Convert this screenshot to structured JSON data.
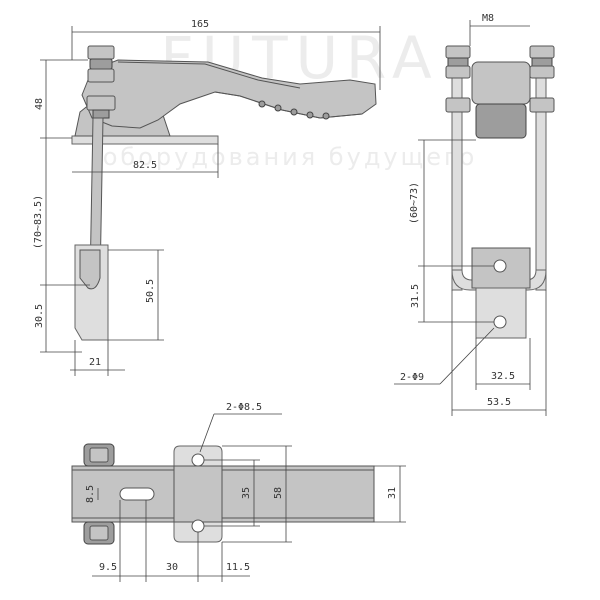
{
  "watermark": {
    "brand": "FUTURA",
    "tagline": "оборудования будущего"
  },
  "dimensions": {
    "total_length": "165",
    "lever_height": "48",
    "base_length": "82.5",
    "hook_range": "(70~83.5)",
    "hook_height": "50.5",
    "hook_base": "30.5",
    "hook_width": "21",
    "thread": "M8",
    "side_range": "(60~73)",
    "side_hole_pitch": "31.5",
    "side_hole_dia": "2-Φ9",
    "side_inner_width": "32.5",
    "side_outer_width": "53.5",
    "top_hole_dia": "2-Φ8.5",
    "slot_width": "8.5",
    "hole_pitch": "35",
    "plate_width": "58",
    "body_width": "31",
    "slot_offset": "9.5",
    "slot_to_hole": "30",
    "hole_to_edge": "11.5"
  }
}
